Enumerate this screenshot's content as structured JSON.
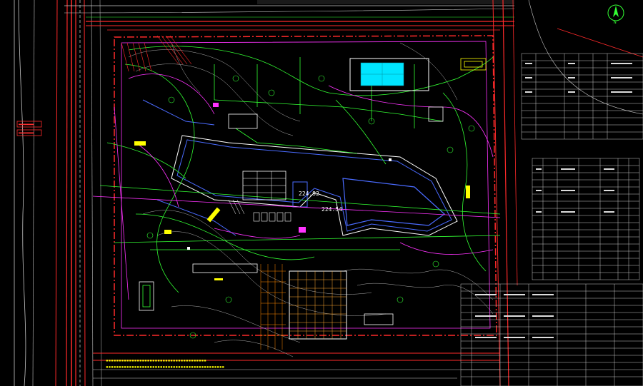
{
  "drawing": {
    "background": "#000000",
    "palette": {
      "road": "#ff2a2a",
      "contour": "#c8c8c8",
      "green": "#33ff33",
      "magenta": "#ff33ff",
      "blue": "#4a6bff",
      "cyan": "#00e5ff",
      "yellow": "#ffff00",
      "white": "#ffffff"
    },
    "elevation_labels": [
      "224.92",
      "224.54"
    ],
    "red_sign_text": [
      "▬▬▬▬▬▬",
      "▬▬▬▬▬▬"
    ],
    "bottom_note_lines": [
      "▪▪▪▪▪▪▪▪▪▪▪▪▪▪▪▪▪▪▪▪▪▪▪▪▪▪▪▪▪▪▪▪▪▪▪▪▪▪▪",
      "▪▪▪▪▪▪▪▪▪▪▪▪▪▪▪▪▪▪▪▪▪▪▪▪▪▪▪▪▪▪▪▪▪▪▪▪▪▪▪▪▪▪▪▪▪▪"
    ],
    "north_arrow_symbol": "N"
  }
}
